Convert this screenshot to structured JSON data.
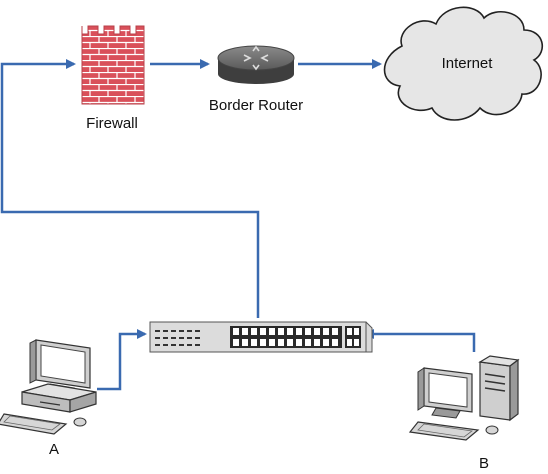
{
  "nodes": {
    "firewall": {
      "label": "Firewall"
    },
    "router": {
      "label": "Border Router"
    },
    "internet": {
      "label": "Internet"
    },
    "switch": {
      "label": ""
    },
    "computer_a": {
      "label": "A"
    },
    "computer_b": {
      "label": "B"
    }
  },
  "colors": {
    "link": "#3a6ab0",
    "firewall_brick": "#d9505a",
    "firewall_mortar": "#ffffff",
    "router_body": "#4a4a4a",
    "cloud_fill": "#e6e6e6",
    "device_gray": "#cfcfcf",
    "outline": "#333333"
  }
}
